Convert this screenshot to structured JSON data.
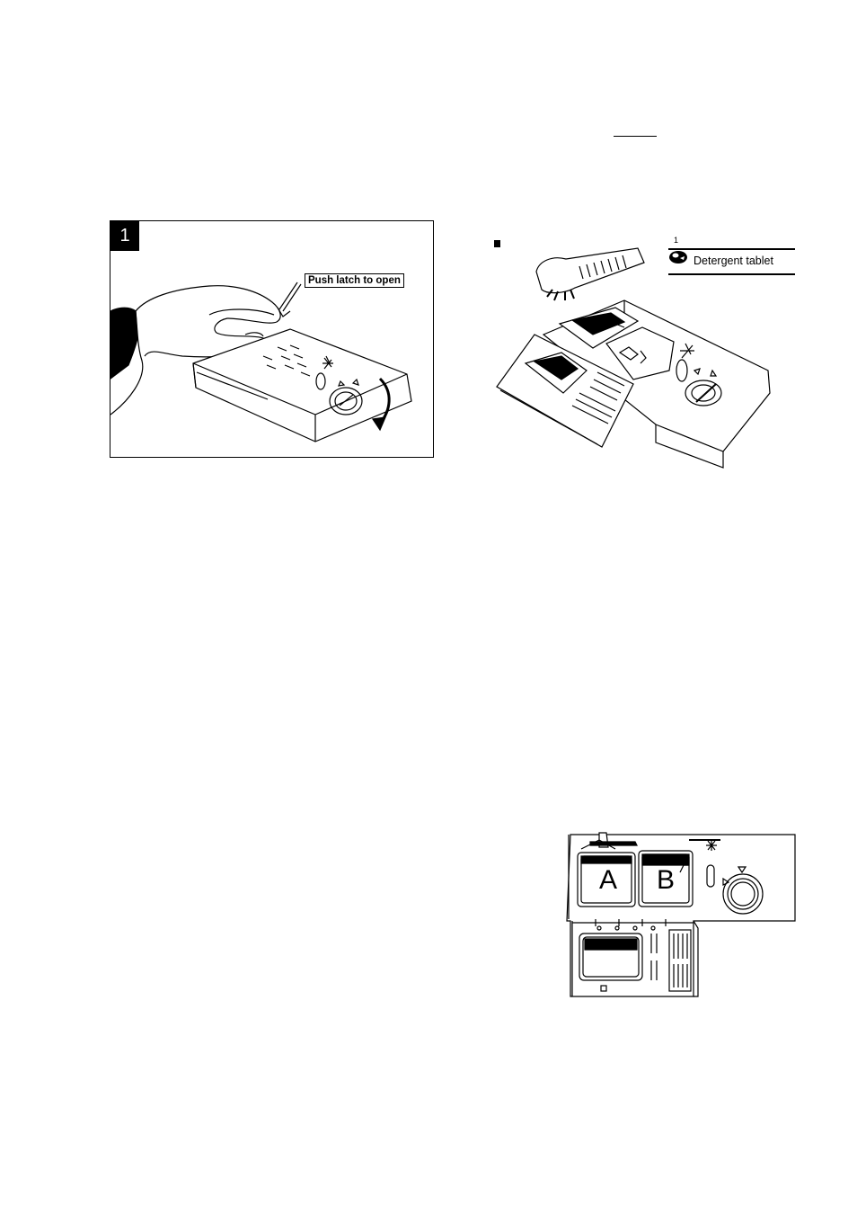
{
  "figure_1": {
    "number": "1",
    "callout": "Push latch to open"
  },
  "figure_2": {
    "step_number": "1",
    "legend_text": "Detergent tablet",
    "legend_icon": "detergent-tablet-icon"
  },
  "figure_3": {
    "compartment_a": "A",
    "compartment_b": "B"
  }
}
